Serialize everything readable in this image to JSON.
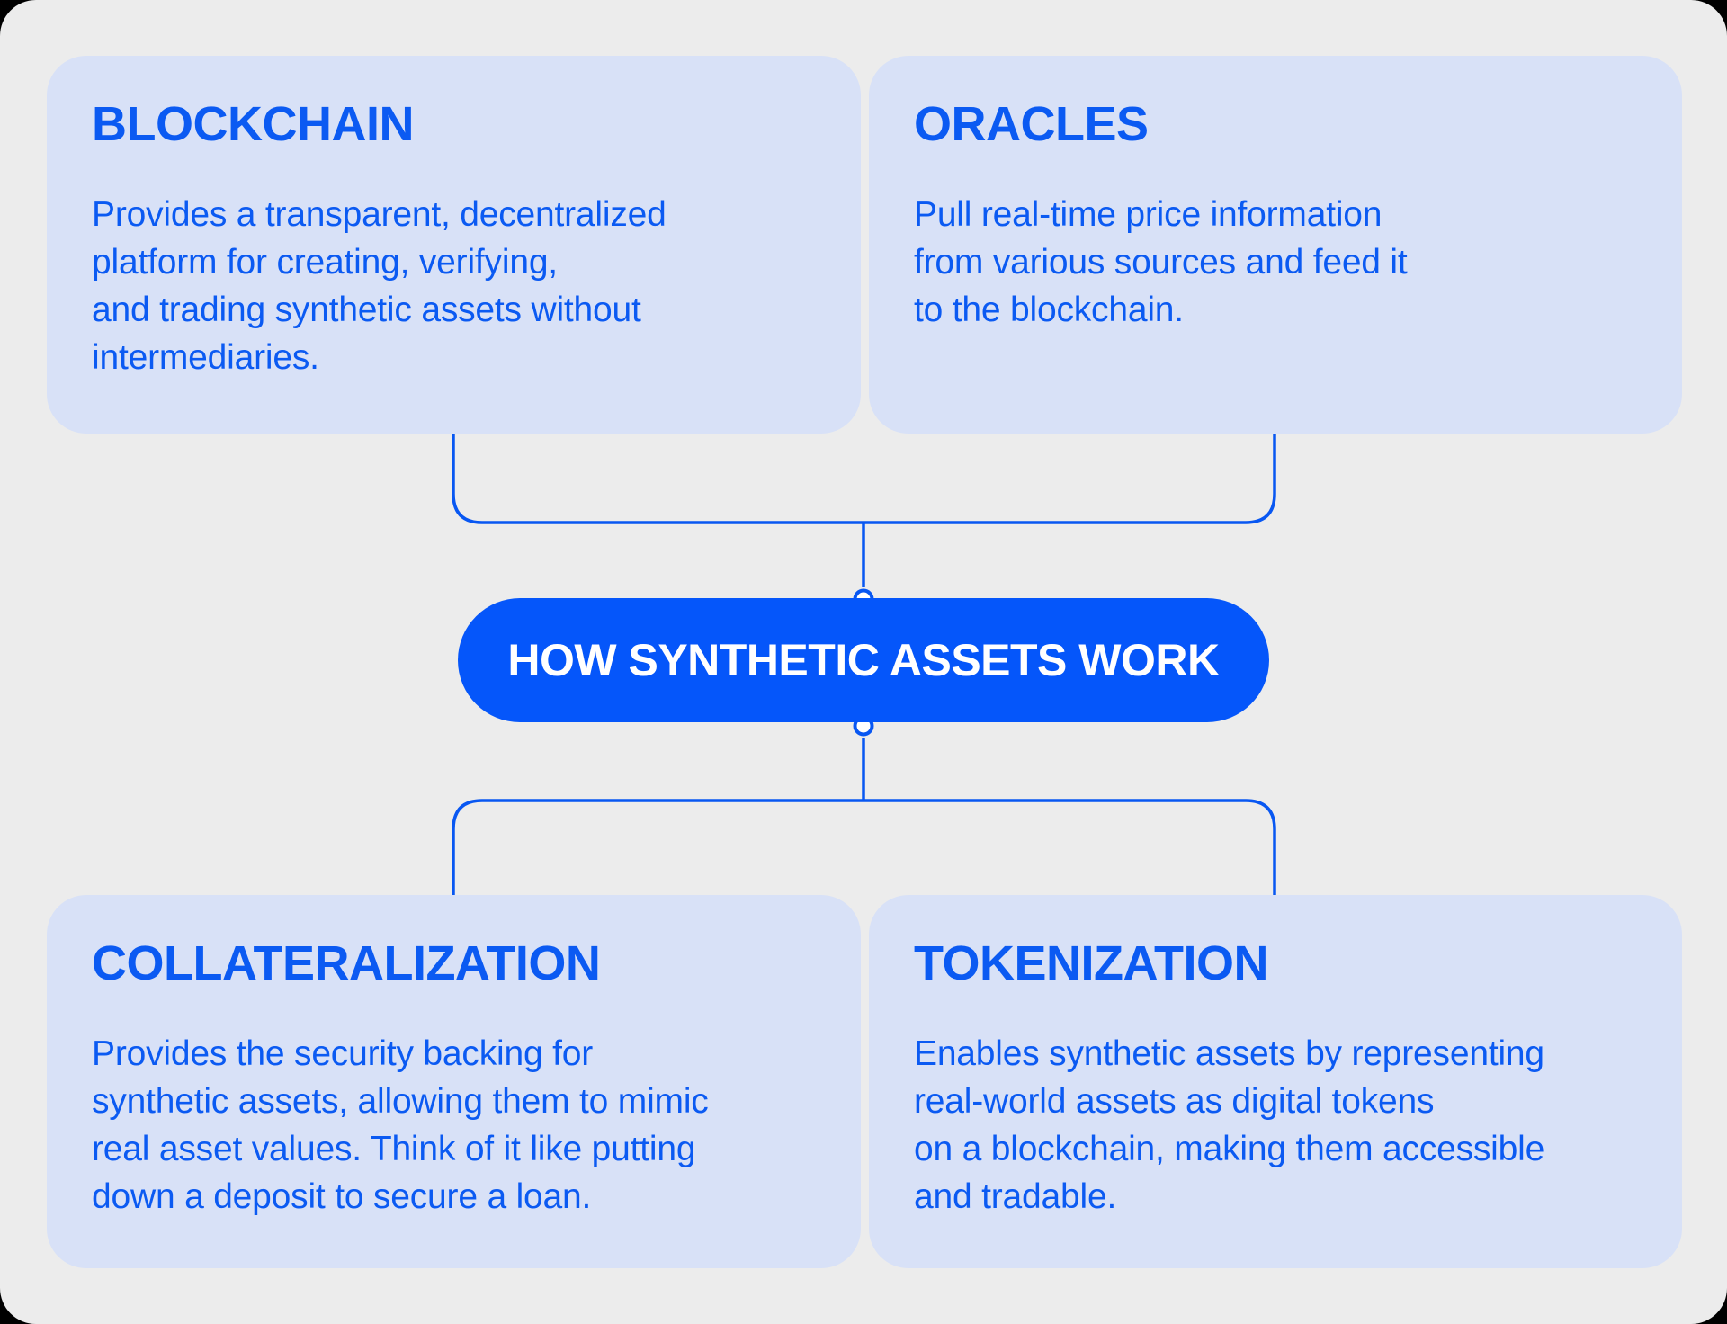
{
  "colors": {
    "outer_bg": "#000000",
    "canvas_bg": "#ECECEC",
    "card_bg": "#D8E1F7",
    "accent_text": "#0B5AF2",
    "pill_bg": "#0556FA",
    "pill_text": "#FFFFFF",
    "connector": "#0857F2",
    "dot_fill": "#FFFFFF"
  },
  "center_node": {
    "label": "HOW SYNTHETIC ASSETS WORK"
  },
  "cards": [
    {
      "title": "BLOCKCHAIN",
      "body": "Provides a transparent, decentralized\nplatform for creating, verifying,\nand trading synthetic assets without\nintermediaries."
    },
    {
      "title": "ORACLES",
      "body": "Pull real-time price information\nfrom various sources and feed it\nto the blockchain."
    },
    {
      "title": "COLLATERALIZATION",
      "body": "Provides the security backing for\nsynthetic assets, allowing them to mimic\nreal asset values. Think of it like putting\ndown a deposit to secure a loan."
    },
    {
      "title": "TOKENIZATION",
      "body": "Enables synthetic assets by representing\nreal-world assets as digital tokens\non a blockchain, making them accessible\nand tradable."
    }
  ]
}
